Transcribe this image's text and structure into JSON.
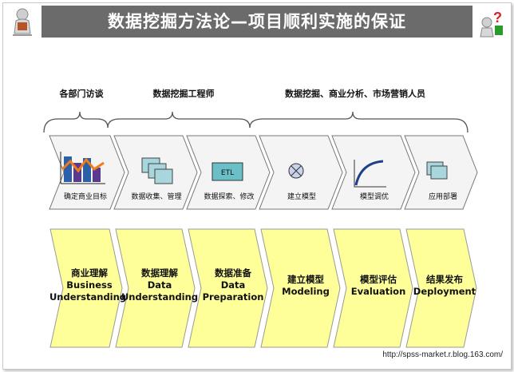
{
  "title": "数据挖掘方法论—项目顺利实施的保证",
  "groups": [
    "各部门访谈",
    "数据挖掘工程师",
    "数据挖掘、商业分析、市场营销人员"
  ],
  "steps": [
    {
      "label": "确定商业目标",
      "icon": "business-goal-chart-icon"
    },
    {
      "label": "数据收集、管理",
      "icon": "stacked-documents-icon"
    },
    {
      "label": "数据探索、修改",
      "icon": "etl-box-icon"
    },
    {
      "label": "建立模型",
      "icon": "cross-circle-icon"
    },
    {
      "label": "模型调优",
      "icon": "curve-graph-icon"
    },
    {
      "label": "应用部署",
      "icon": "stacked-pages-icon"
    }
  ],
  "etl_text": "ETL",
  "phases": [
    {
      "cn": "商业理解",
      "en1": "Business",
      "en2": "Understanding"
    },
    {
      "cn": "数据理解",
      "en1": "Data",
      "en2": "Understanding"
    },
    {
      "cn": "数据准备",
      "en1": "Data",
      "en2": "Preparation"
    },
    {
      "cn": "建立模型",
      "en1": "Modeling",
      "en2": ""
    },
    {
      "cn": "模型评估",
      "en1": "Evaluation",
      "en2": ""
    },
    {
      "cn": "结果发布",
      "en1": "Deployment",
      "en2": ""
    }
  ],
  "footer": "http://spss-market.r.blog.163.com/",
  "colors": {
    "title_bg": "#6b6b6b",
    "phase_fill": "#ffff99",
    "step_fill": "#f4f4f4",
    "icon_blue": "#2b5fa8",
    "icon_teal": "#a9d6dd",
    "icon_orange": "#f07b1c",
    "icon_purple": "#5a3a8e"
  }
}
